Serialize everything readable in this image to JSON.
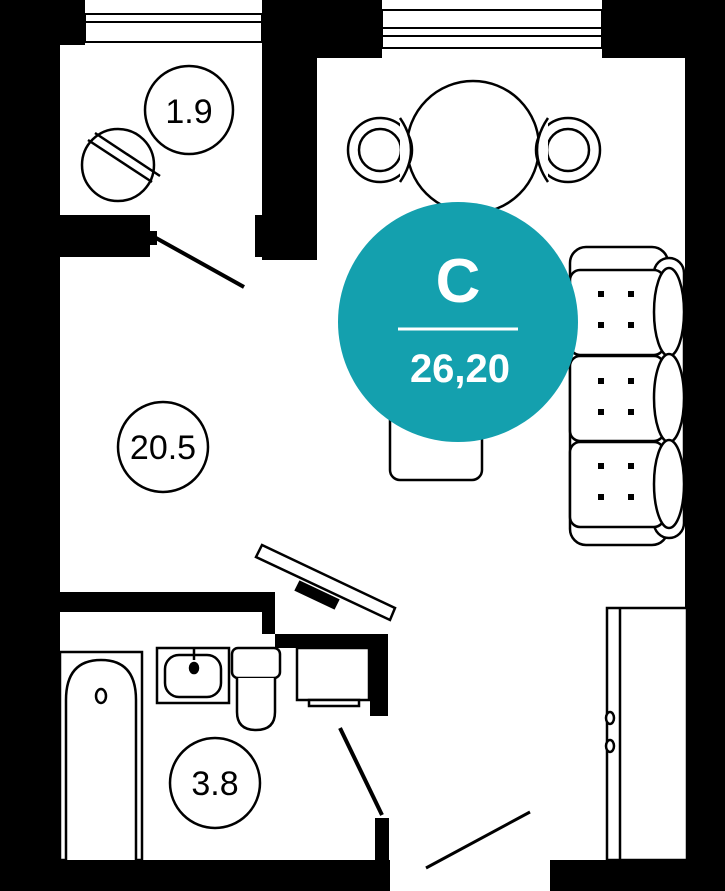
{
  "rooms": [
    {
      "id": "balcony",
      "area": "1.9"
    },
    {
      "id": "living",
      "area": "20.5"
    },
    {
      "id": "bathroom",
      "area": "3.8"
    }
  ],
  "badge": {
    "type": "C",
    "total_area": "26,20",
    "color": "#14a0ae"
  },
  "colors": {
    "wall": "#000000",
    "line": "#000000",
    "background": "#ffffff",
    "badge_text": "#ffffff"
  }
}
